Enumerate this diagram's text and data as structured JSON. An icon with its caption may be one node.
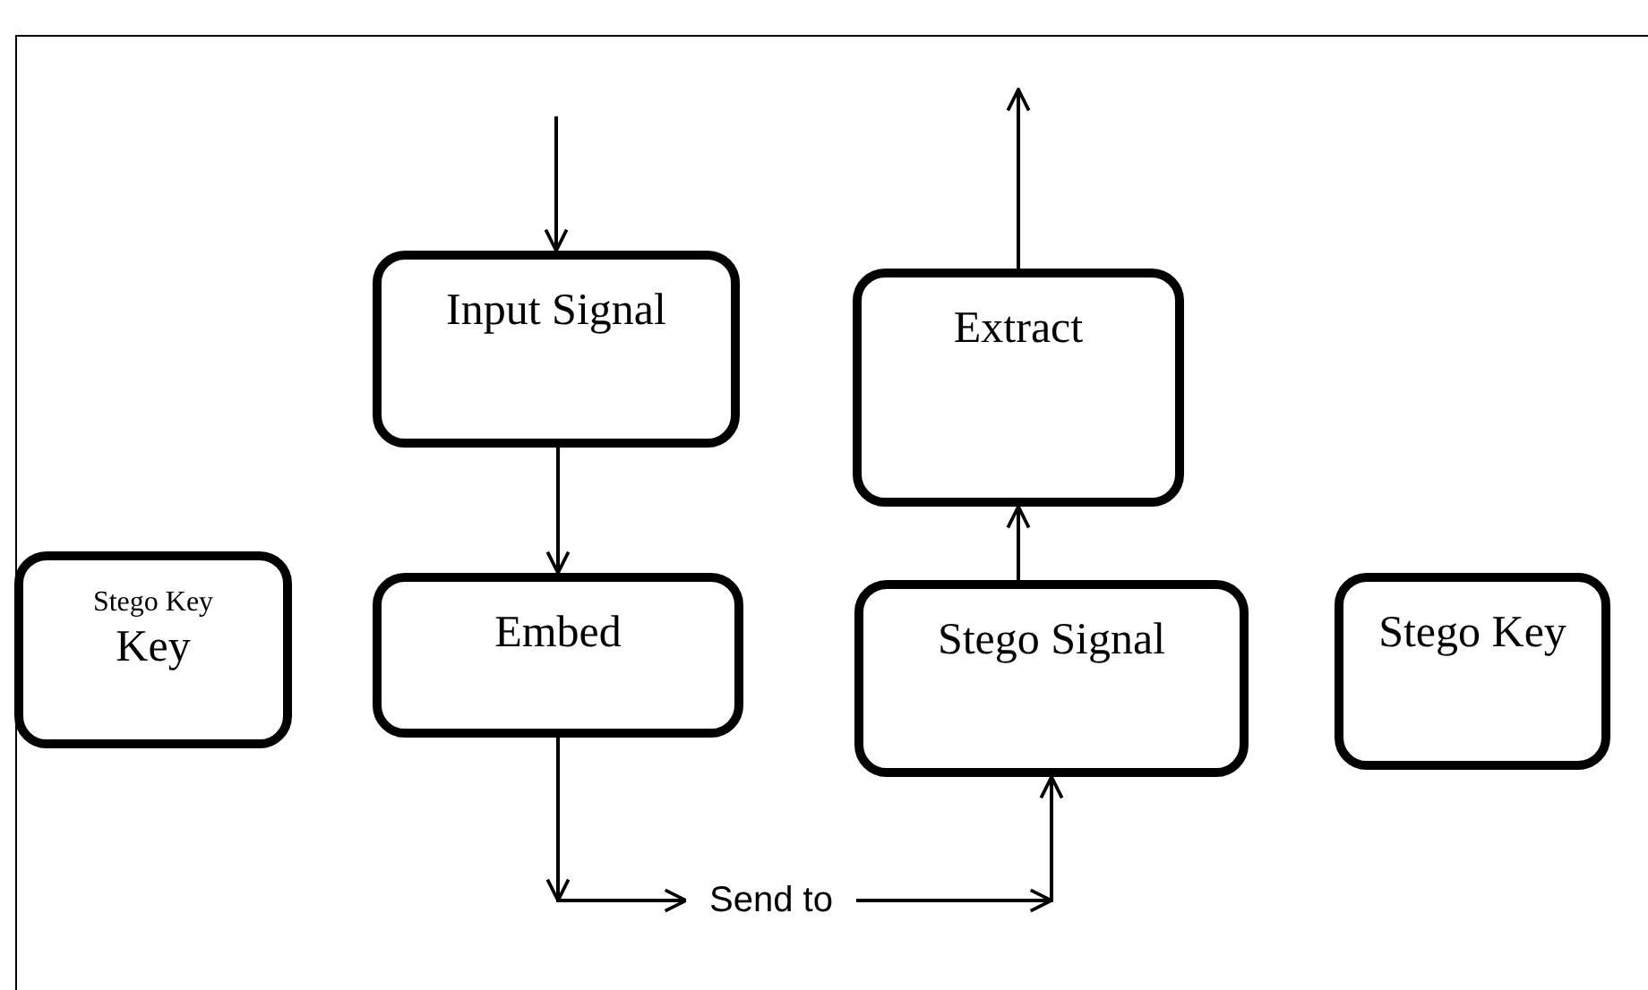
{
  "diagram": {
    "nodes": [
      {
        "text": [
          "Input Signal"
        ]
      },
      {
        "text": [
          "Extract"
        ]
      },
      {
        "text": [
          "Stego Key",
          "Key"
        ]
      },
      {
        "text": [
          "Embed"
        ]
      },
      {
        "text": [
          "Stego Signal"
        ]
      },
      {
        "text": [
          "Stego Key"
        ]
      },
      {
        "text": [
          "Send to"
        ]
      }
    ],
    "edges": [
      {
        "from": null,
        "to": 0,
        "arrow": "to"
      },
      {
        "from": 0,
        "to": 3,
        "arrow": "to"
      },
      {
        "from": 1,
        "to": null,
        "arrow": "to"
      },
      {
        "from": 4,
        "to": 1,
        "arrow": "to"
      },
      {
        "from": 3,
        "to": 6,
        "arrow": "to"
      },
      {
        "from": 6,
        "to": 4,
        "arrow": "to"
      }
    ]
  }
}
